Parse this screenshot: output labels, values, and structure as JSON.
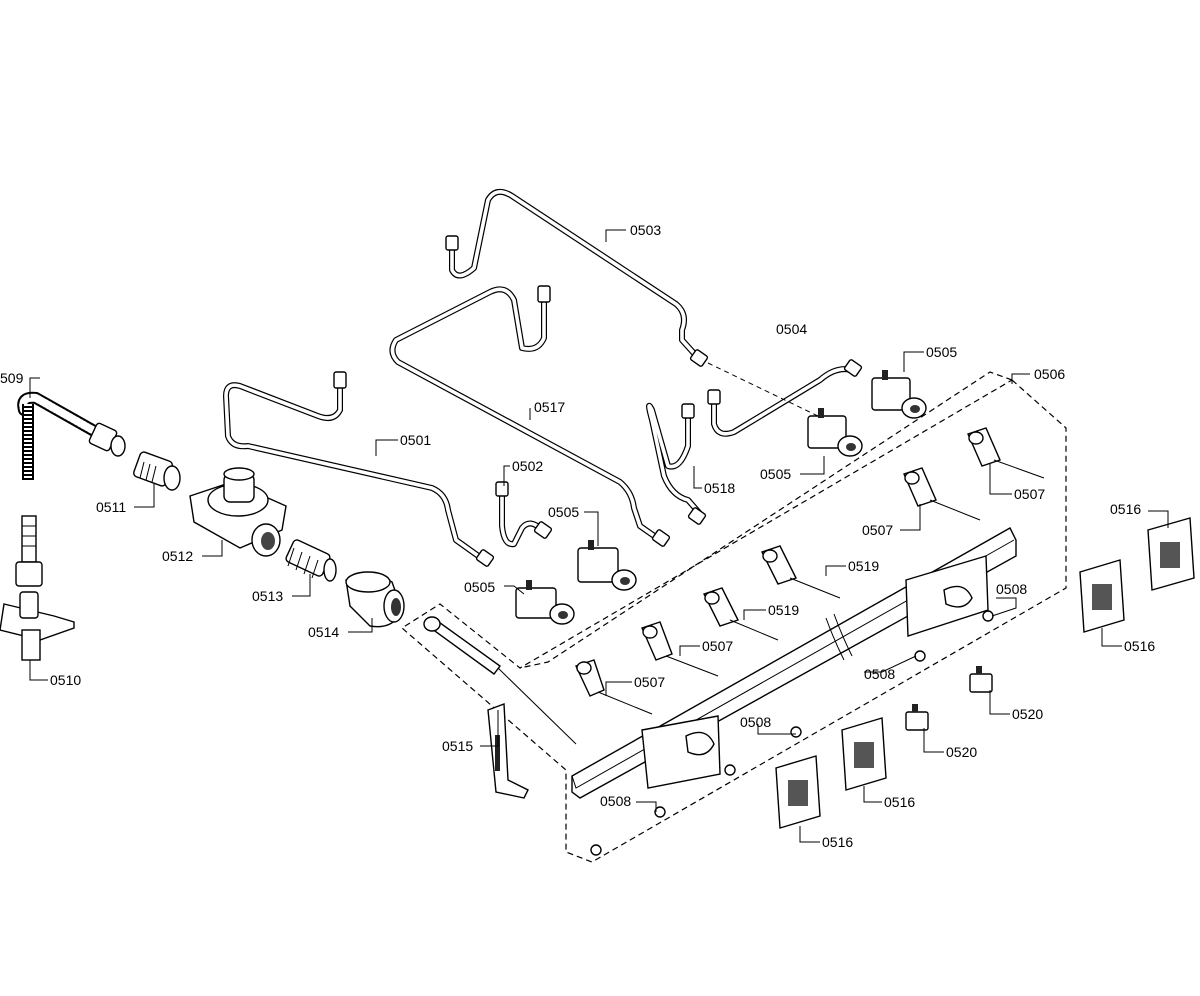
{
  "labels": {
    "p0501": "0501",
    "p0502": "0502",
    "p0503": "0503",
    "p0504": "0504",
    "p0505a": "0505",
    "p0505b": "0505",
    "p0505c": "0505",
    "p0505d": "0505",
    "p0506": "0506",
    "p0507a": "0507",
    "p0507b": "0507",
    "p0507c": "0507",
    "p0507d": "0507",
    "p0508a": "0508",
    "p0508b": "0508",
    "p0508c": "0508",
    "p0508d": "0508",
    "p0509": "509",
    "p0510": "0510",
    "p0511": "0511",
    "p0512": "0512",
    "p0513": "0513",
    "p0514": "0514",
    "p0515": "0515",
    "p0516a": "0516",
    "p0516b": "0516",
    "p0516c": "0516",
    "p0516d": "0516",
    "p0517": "0517",
    "p0518": "0518",
    "p0519a": "0519",
    "p0519b": "0519",
    "p0520a": "0520",
    "p0520b": "0520"
  }
}
